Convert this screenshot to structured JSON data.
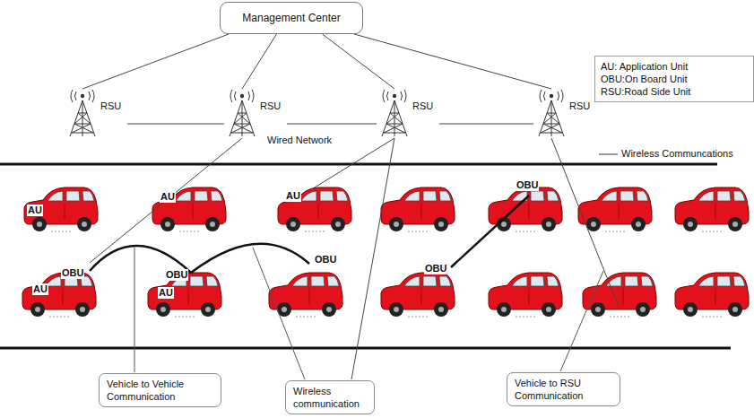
{
  "diagram": {
    "nodes": [
      {
        "text": [
          "Management Center"
        ]
      },
      {
        "text": [
          "AU: Application Unit",
          "OBU:On Board Unit",
          "RSU:Road Side Unit"
        ]
      },
      {
        "text": [
          "RSU"
        ]
      },
      {
        "text": [
          "RSU"
        ]
      },
      {
        "text": [
          "RSU"
        ]
      },
      {
        "text": [
          "RSU"
        ]
      },
      {
        "text": [
          "Vehicle to Vehicle Communication"
        ]
      },
      {
        "text": [
          "Wireless communication"
        ]
      },
      {
        "text": [
          "Vehicle to RSU Communication"
        ]
      }
    ],
    "edges": [
      {
        "from": 0,
        "to": 2,
        "arrow": "none"
      },
      {
        "from": 0,
        "to": 3,
        "arrow": "none"
      },
      {
        "from": 0,
        "to": 4,
        "arrow": "none"
      },
      {
        "from": 0,
        "to": 5,
        "arrow": "none"
      },
      {
        "from": 2,
        "to": 3,
        "arrow": "none"
      },
      {
        "from": 3,
        "to": 4,
        "arrow": "none"
      },
      {
        "from": 4,
        "to": 5,
        "arrow": "none"
      }
    ],
    "labels": [
      "Wired Network",
      "Wireless Communcations",
      "AU",
      "AU",
      "AU",
      "OBU",
      "OBU",
      "OBU",
      "OBU",
      "OBU",
      "AU",
      "AU"
    ]
  }
}
